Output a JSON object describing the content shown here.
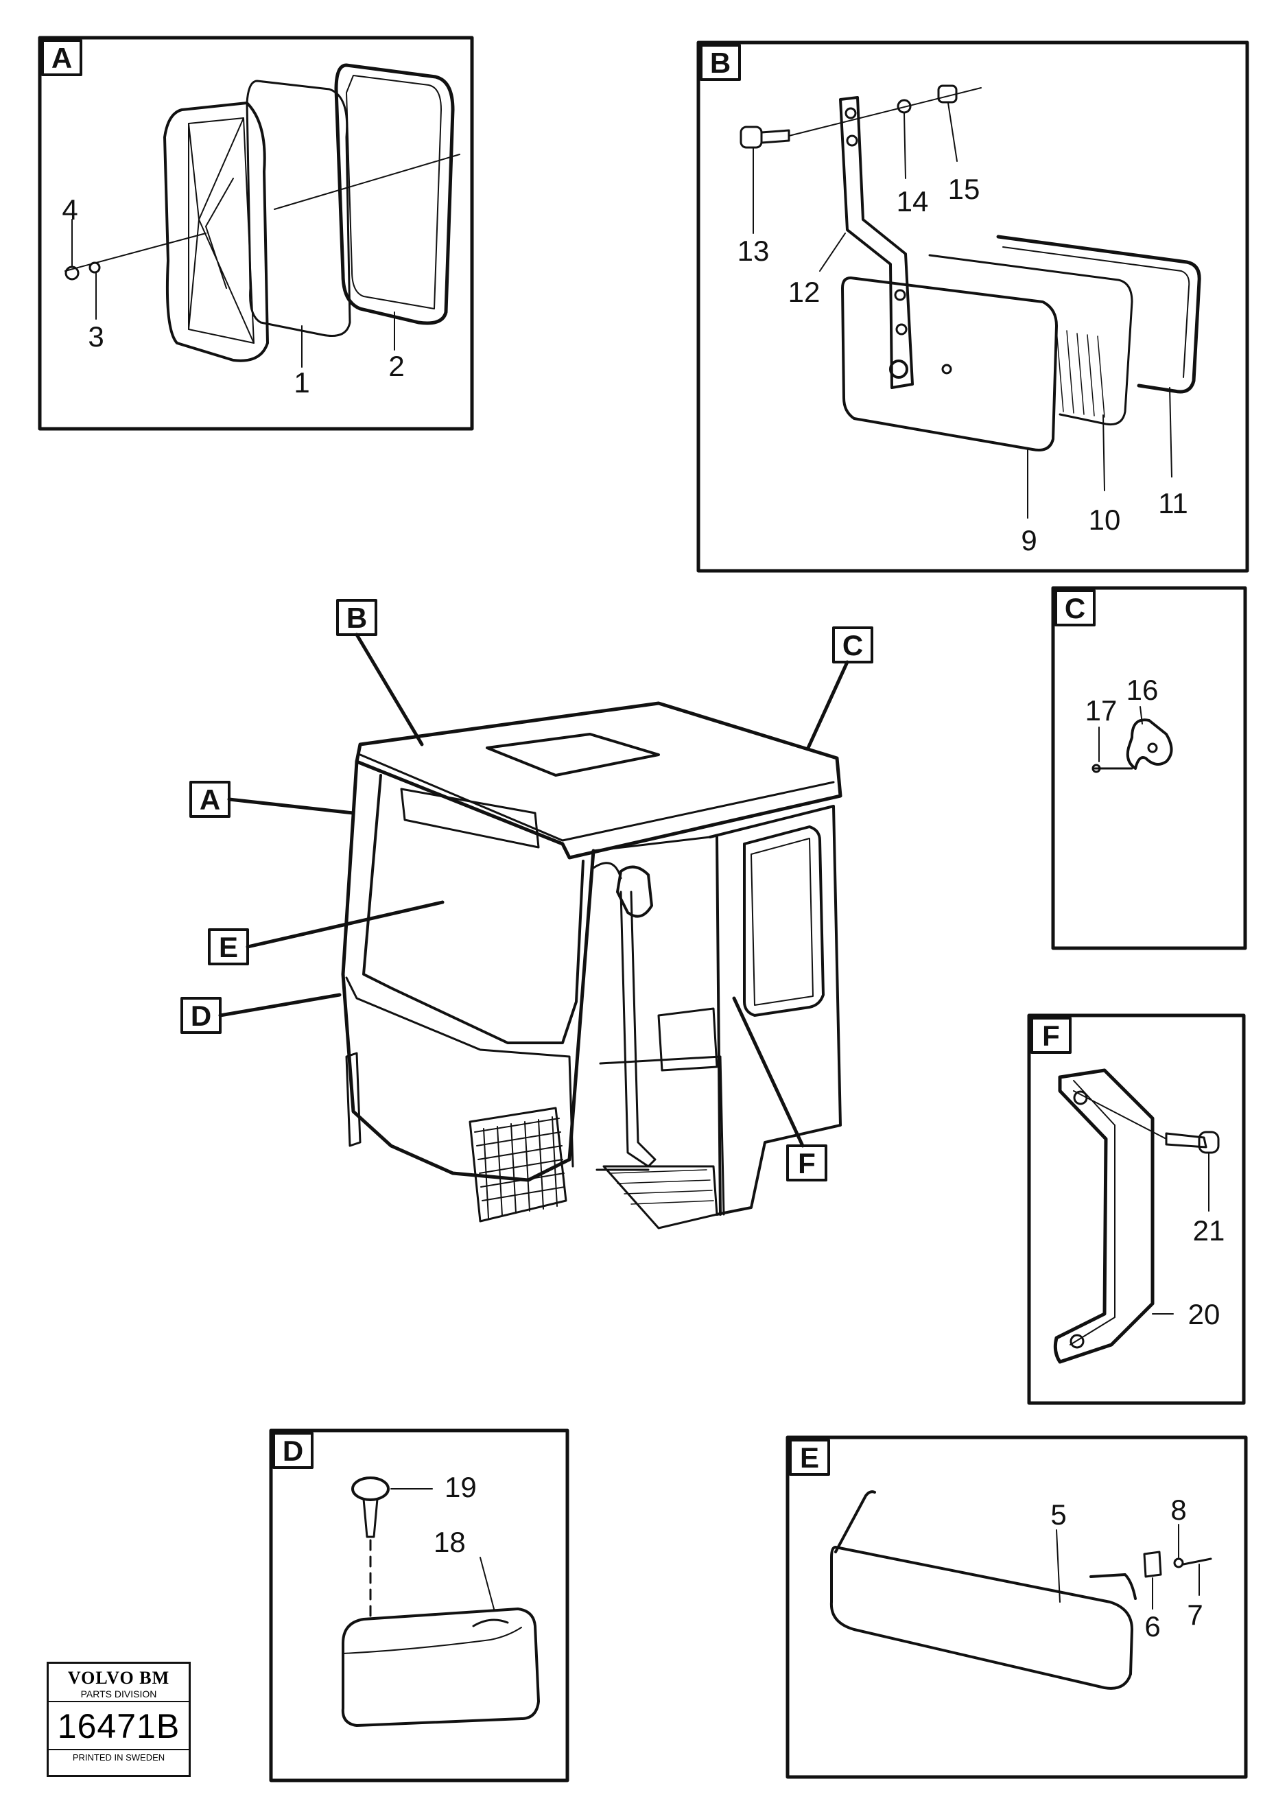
{
  "panels": {
    "A": {
      "tag": "A",
      "parts": [
        "4",
        "3",
        "1",
        "2"
      ]
    },
    "B": {
      "tag": "B",
      "parts": [
        "13",
        "12",
        "14",
        "15",
        "9",
        "10",
        "11"
      ]
    },
    "C": {
      "tag": "C",
      "parts": [
        "17",
        "16"
      ]
    },
    "D": {
      "tag": "D",
      "parts": [
        "19",
        "18"
      ]
    },
    "E": {
      "tag": "E",
      "parts": [
        "5",
        "8",
        "6",
        "7"
      ]
    },
    "F": {
      "tag": "F",
      "parts": [
        "21",
        "20"
      ]
    }
  },
  "cab_callouts": [
    "B",
    "C",
    "A",
    "E",
    "D",
    "F"
  ],
  "stamp": {
    "brand": "VOLVO BM",
    "division": "PARTS DIVISION",
    "code": "16471B",
    "printed": "PRINTED IN SWEDEN"
  }
}
